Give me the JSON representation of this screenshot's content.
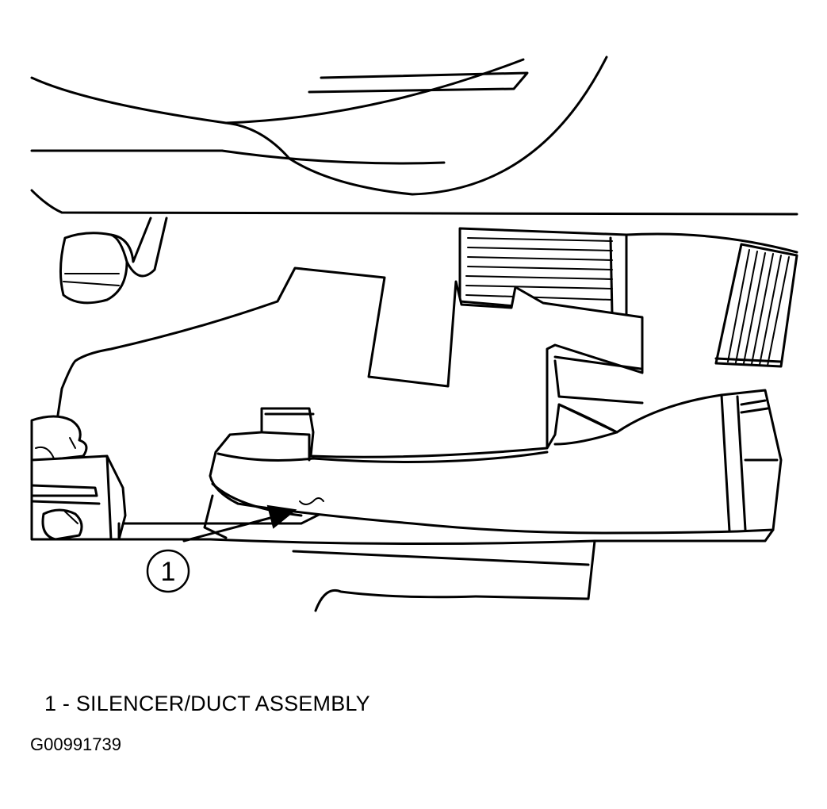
{
  "diagram": {
    "callouts": [
      {
        "number": "1",
        "description": "SILENCER/DUCT ASSEMBLY"
      }
    ],
    "legend_separator": " - ",
    "figure_id": "G00991739"
  }
}
